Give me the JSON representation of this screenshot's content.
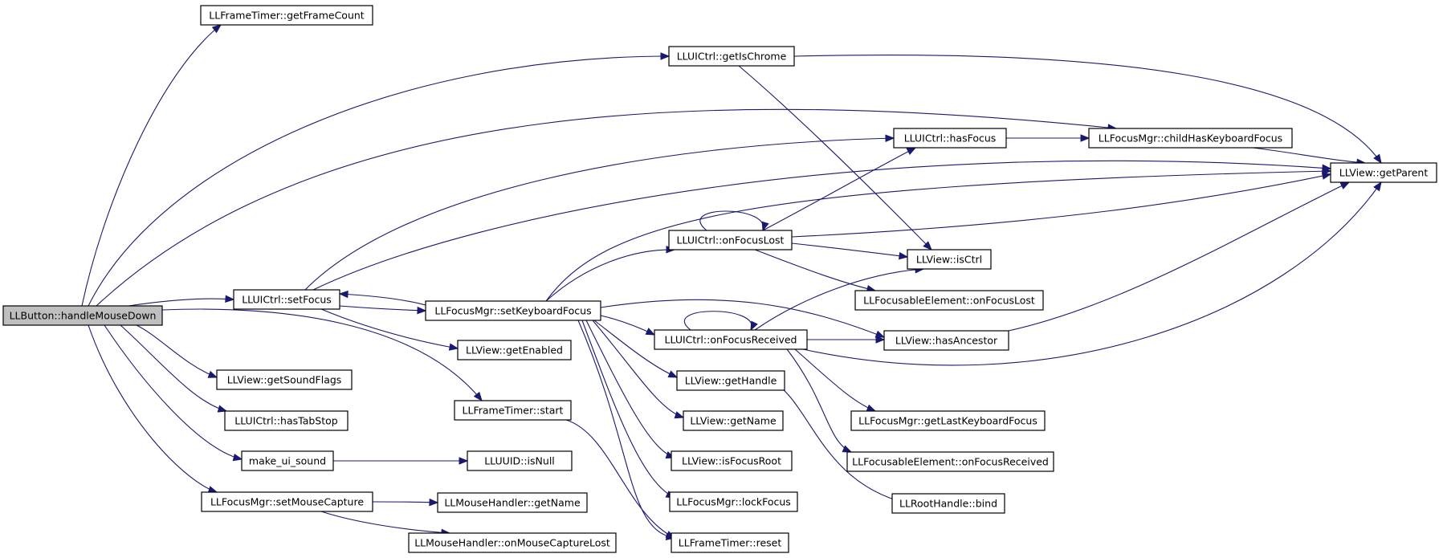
{
  "graph": {
    "root": "LLButton::handleMouseDown",
    "colors": {
      "edge": "#191970",
      "root_fill": "#bfbfbf",
      "node_fill": "#ffffff",
      "node_border": "#000000"
    },
    "nodes": [
      {
        "id": "handleMouseDown",
        "label": "LLButton::handleMouseDown",
        "root": true
      },
      {
        "id": "getFrameCount",
        "label": "LLFrameTimer::getFrameCount"
      },
      {
        "id": "getIsChrome",
        "label": "LLUICtrl::getIsChrome"
      },
      {
        "id": "hasFocus",
        "label": "LLUICtrl::hasFocus"
      },
      {
        "id": "childHasKeyboardFocus",
        "label": "LLFocusMgr::childHasKeyboardFocus"
      },
      {
        "id": "getParent",
        "label": "LLView::getParent"
      },
      {
        "id": "onFocusLost",
        "label": "LLUICtrl::onFocusLost"
      },
      {
        "id": "isCtrl",
        "label": "LLView::isCtrl"
      },
      {
        "id": "setFocus",
        "label": "LLUICtrl::setFocus"
      },
      {
        "id": "setKeyboardFocus",
        "label": "LLFocusMgr::setKeyboardFocus"
      },
      {
        "id": "felOnFocusLost",
        "label": "LLFocusableElement::onFocusLost"
      },
      {
        "id": "onFocusReceived",
        "label": "LLUICtrl::onFocusReceived"
      },
      {
        "id": "hasAncestor",
        "label": "LLView::hasAncestor"
      },
      {
        "id": "getEnabled",
        "label": "LLView::getEnabled"
      },
      {
        "id": "getSoundFlags",
        "label": "LLView::getSoundFlags"
      },
      {
        "id": "start",
        "label": "LLFrameTimer::start"
      },
      {
        "id": "getHandle",
        "label": "LLView::getHandle"
      },
      {
        "id": "hasTabStop",
        "label": "LLUICtrl::hasTabStop"
      },
      {
        "id": "getName",
        "label": "LLView::getName"
      },
      {
        "id": "getLastKeyboardFocus",
        "label": "LLFocusMgr::getLastKeyboardFocus"
      },
      {
        "id": "makeUiSound",
        "label": "make_ui_sound"
      },
      {
        "id": "isNull",
        "label": "LLUUID::isNull"
      },
      {
        "id": "isFocusRoot",
        "label": "LLView::isFocusRoot"
      },
      {
        "id": "felOnFocusReceived",
        "label": "LLFocusableElement::onFocusReceived"
      },
      {
        "id": "setMouseCapture",
        "label": "LLFocusMgr::setMouseCapture"
      },
      {
        "id": "mhGetName",
        "label": "LLMouseHandler::getName"
      },
      {
        "id": "lockFocus",
        "label": "LLFocusMgr::lockFocus"
      },
      {
        "id": "bind",
        "label": "LLRootHandle::bind"
      },
      {
        "id": "onMouseCaptureLost",
        "label": "LLMouseHandler::onMouseCaptureLost"
      },
      {
        "id": "reset",
        "label": "LLFrameTimer::reset"
      }
    ],
    "edges": [
      [
        "handleMouseDown",
        "getFrameCount"
      ],
      [
        "handleMouseDown",
        "getIsChrome"
      ],
      [
        "handleMouseDown",
        "childHasKeyboardFocus"
      ],
      [
        "handleMouseDown",
        "setFocus"
      ],
      [
        "handleMouseDown",
        "getSoundFlags"
      ],
      [
        "handleMouseDown",
        "start"
      ],
      [
        "handleMouseDown",
        "hasTabStop"
      ],
      [
        "handleMouseDown",
        "makeUiSound"
      ],
      [
        "handleMouseDown",
        "setMouseCapture"
      ],
      [
        "getIsChrome",
        "getParent"
      ],
      [
        "getIsChrome",
        "isCtrl"
      ],
      [
        "hasFocus",
        "childHasKeyboardFocus"
      ],
      [
        "childHasKeyboardFocus",
        "getParent"
      ],
      [
        "setFocus",
        "hasFocus"
      ],
      [
        "setFocus",
        "getParent"
      ],
      [
        "setFocus",
        "setKeyboardFocus"
      ],
      [
        "setFocus",
        "getEnabled"
      ],
      [
        "setKeyboardFocus",
        "setFocus"
      ],
      [
        "setKeyboardFocus",
        "getParent"
      ],
      [
        "setKeyboardFocus",
        "onFocusLost"
      ],
      [
        "setKeyboardFocus",
        "hasAncestor"
      ],
      [
        "setKeyboardFocus",
        "onFocusReceived"
      ],
      [
        "setKeyboardFocus",
        "getHandle"
      ],
      [
        "setKeyboardFocus",
        "getName"
      ],
      [
        "setKeyboardFocus",
        "isFocusRoot"
      ],
      [
        "setKeyboardFocus",
        "lockFocus"
      ],
      [
        "setKeyboardFocus",
        "reset"
      ],
      [
        "onFocusLost",
        "onFocusLost"
      ],
      [
        "onFocusLost",
        "hasFocus"
      ],
      [
        "onFocusLost",
        "getParent"
      ],
      [
        "onFocusLost",
        "isCtrl"
      ],
      [
        "onFocusLost",
        "felOnFocusLost"
      ],
      [
        "onFocusReceived",
        "onFocusReceived"
      ],
      [
        "onFocusReceived",
        "isCtrl"
      ],
      [
        "onFocusReceived",
        "hasAncestor"
      ],
      [
        "onFocusReceived",
        "getParent"
      ],
      [
        "onFocusReceived",
        "getLastKeyboardFocus"
      ],
      [
        "onFocusReceived",
        "felOnFocusReceived"
      ],
      [
        "hasAncestor",
        "getParent"
      ],
      [
        "getHandle",
        "bind"
      ],
      [
        "start",
        "reset"
      ],
      [
        "makeUiSound",
        "isNull"
      ],
      [
        "setMouseCapture",
        "mhGetName"
      ],
      [
        "setMouseCapture",
        "onMouseCaptureLost"
      ]
    ]
  }
}
